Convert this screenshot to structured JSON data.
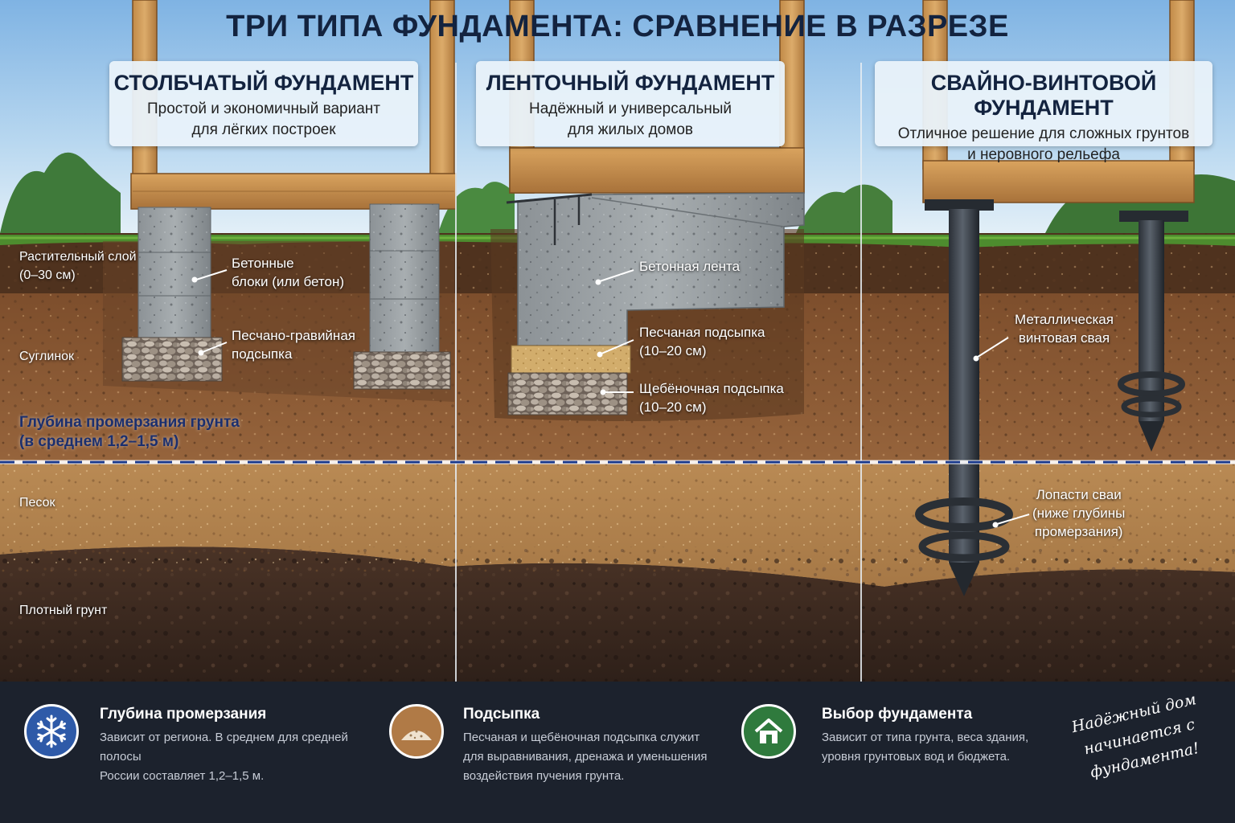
{
  "title": "ТРИ ТИПА ФУНДАМЕНТА: СРАВНЕНИЕ В РАЗРЕЗЕ",
  "colors": {
    "dark_blue": "#13233f",
    "frost_line": "#1b3a8c",
    "footer_bg": "#1c222d",
    "snow_icon": "#2e5aa8",
    "sand_icon": "#b07a46",
    "house_icon": "#2f7a3d"
  },
  "panels": [
    {
      "title": "СТОЛБЧАТЫЙ ФУНДАМЕНТ",
      "line1": "Простой и экономичный вариант",
      "line2": "для лёгких построек"
    },
    {
      "title": "ЛЕНТОЧНЫЙ ФУНДАМЕНТ",
      "line1": "Надёжный и универсальный",
      "line2": "для жилых домов"
    },
    {
      "title": "СВАЙНО-ВИНТОВОЙ ФУНДАМЕНТ",
      "line1": "Отличное решение для сложных грунтов",
      "line2": "и неровного рельефа"
    }
  ],
  "soil_layers": {
    "topsoil_line1": "Растительный слой",
    "topsoil_line2": "(0–30 см)",
    "loam": "Суглинок",
    "sand": "Песок",
    "dense": "Плотный грунт"
  },
  "frost": {
    "line1": "Глубина промерзания грунта",
    "line2": "(в среднем 1,2–1,5 м)"
  },
  "callouts": {
    "column_blocks_1": "Бетонные",
    "column_blocks_2": "блоки (или бетон)",
    "column_fill_1": "Песчано-гравийная",
    "column_fill_2": "подсыпка",
    "strip_concrete": "Бетонная лента",
    "strip_sand_1": "Песчаная подсыпка",
    "strip_sand_2": "(10–20 см)",
    "strip_gravel_1": "Щебёночная подсыпка",
    "strip_gravel_2": "(10–20 см)",
    "pile_metal_1": "Металлическая",
    "pile_metal_2": "винтовая свая",
    "pile_blades_1": "Лопасти сваи",
    "pile_blades_2": "(ниже глубины",
    "pile_blades_3": "промерзания)"
  },
  "footer": [
    {
      "icon": "snowflake-icon",
      "title": "Глубина промерзания",
      "line1": "Зависит от региона. В среднем для средней полосы",
      "line2": "России составляет 1,2–1,5 м."
    },
    {
      "icon": "sand-pile-icon",
      "title": "Подсыпка",
      "line1": "Песчаная и щебёночная подсыпка служит",
      "line2": "для выравнивания, дренажа и уменьшения",
      "line3": "воздействия пучения грунта."
    },
    {
      "icon": "house-icon",
      "title": "Выбор фундамента",
      "line1": "Зависит от типа грунта, веса здания,",
      "line2": "уровня грунтовых вод и бюджета."
    }
  ],
  "slogan": {
    "line1": "Надёжный дом",
    "line2": "начинается с фундамента!"
  }
}
